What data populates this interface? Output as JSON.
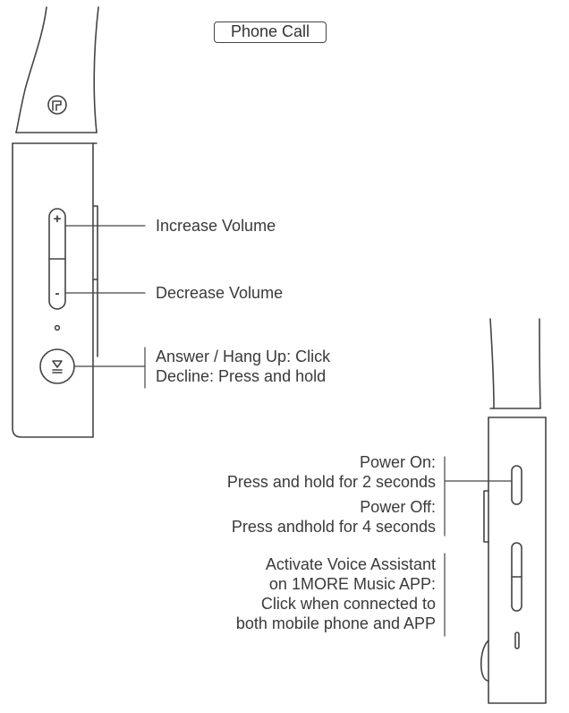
{
  "title": "Phone Call",
  "left_device": {
    "labels": {
      "increase_volume": "Increase Volume",
      "decrease_volume": "Decrease Volume",
      "answer_hangup": "Answer / Hang Up: Click",
      "decline": "Decline: Press and hold"
    },
    "buttons": {
      "plus": "+",
      "minus": "-"
    }
  },
  "right_device": {
    "power": {
      "on_title": "Power On:",
      "on_desc": "Press and hold for 2 seconds",
      "off_title": "Power Off:",
      "off_desc": "Press andhold for 4 seconds"
    },
    "voice": {
      "line1": "Activate Voice Assistant",
      "line2": "on 1MORE Music APP:",
      "line3": "Click when connected to",
      "line4": "both mobile phone and APP"
    }
  },
  "colors": {
    "stroke": "#444444",
    "text": "#3a3a3a"
  }
}
